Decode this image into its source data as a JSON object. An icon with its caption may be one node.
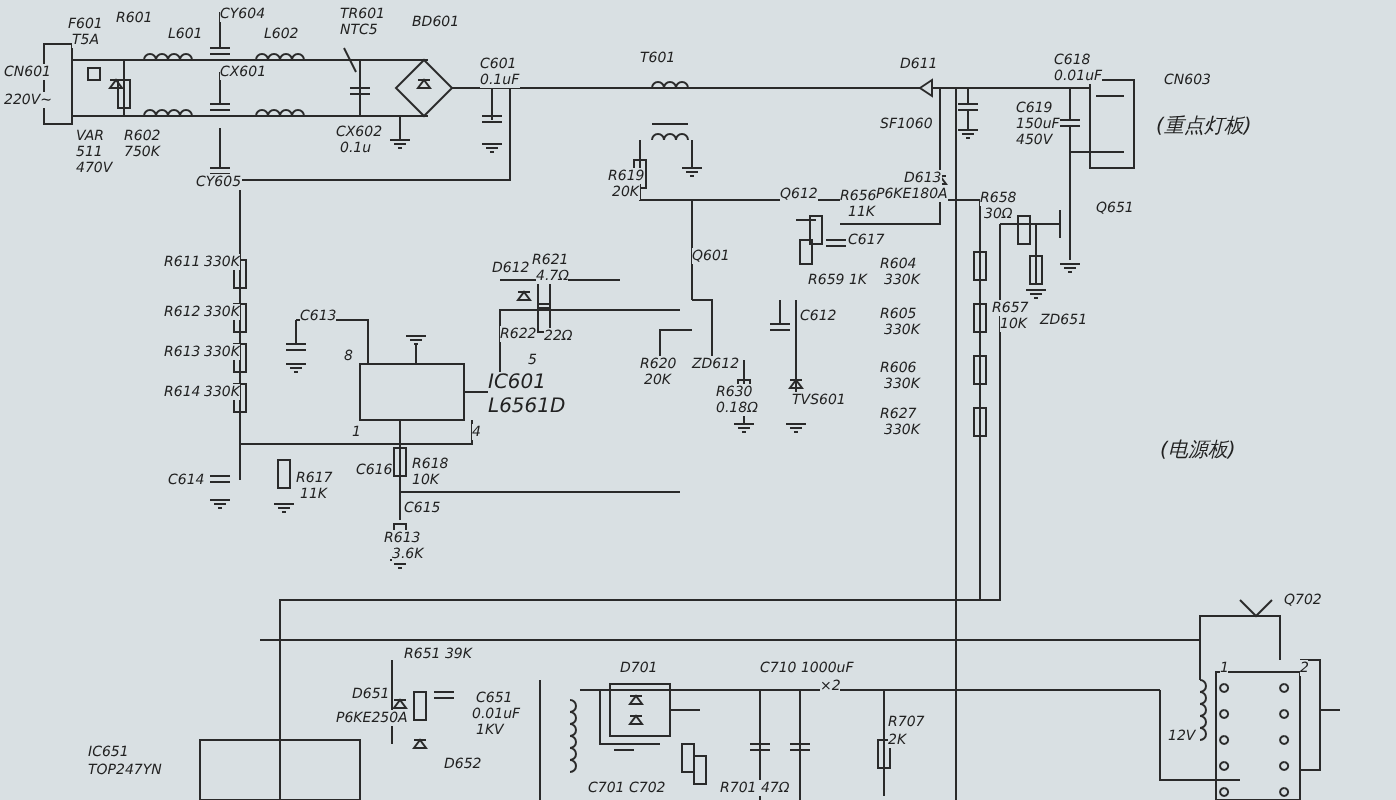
{
  "diagram": {
    "labels": [
      "CN601",
      "220V~",
      "F601",
      "T5A",
      "R601",
      "L601",
      "CY604",
      "L602",
      "TR601",
      "NTC5",
      "BD601",
      "CX601",
      "VAR",
      "511",
      "470V",
      "R602",
      "750K",
      "CY605",
      "CX602",
      "0.1u",
      "C601",
      "0.1uF",
      "T601",
      "D611",
      "SF1060",
      "C618",
      "0.01uF",
      "CN603",
      "C619",
      "150uF",
      "450V",
      "(重点灯板)",
      "R619",
      "20K",
      "Q612",
      "R656",
      "11K",
      "D613",
      "P6KE180A",
      "R658",
      "30Ω",
      "Q651",
      "C617",
      "R659 1K",
      "R611",
      "330K",
      "D612",
      "R621",
      "4.7Ω",
      "Q601",
      "R612",
      "330K",
      "C613",
      "R622",
      "22Ω",
      "R604",
      "330K",
      "R613",
      "330K",
      "C612",
      "R605",
      "330K",
      "R657",
      "10K",
      "ZD651",
      "8",
      "5",
      "IC601",
      "L6561D",
      "R614",
      "330K",
      "R620",
      "20K",
      "ZD612",
      "R630",
      "0.18Ω",
      "TVS601",
      "R606",
      "330K",
      "1",
      "4",
      "R627",
      "330K",
      "C614",
      "R617",
      "11K",
      "C616",
      "R618",
      "10K",
      "C615",
      "(电源板)",
      "R613",
      "3.6K",
      "Q702",
      "R651 39K",
      "1",
      "2",
      "D651",
      "P6KE250A",
      "C651",
      "0.01uF",
      "1KV",
      "D701",
      "C710 1000uF",
      "×2",
      "12V",
      "D652",
      "R707",
      "2K",
      "IC651",
      "TOP247YN",
      "C701 C702",
      "R701 47Ω"
    ]
  }
}
